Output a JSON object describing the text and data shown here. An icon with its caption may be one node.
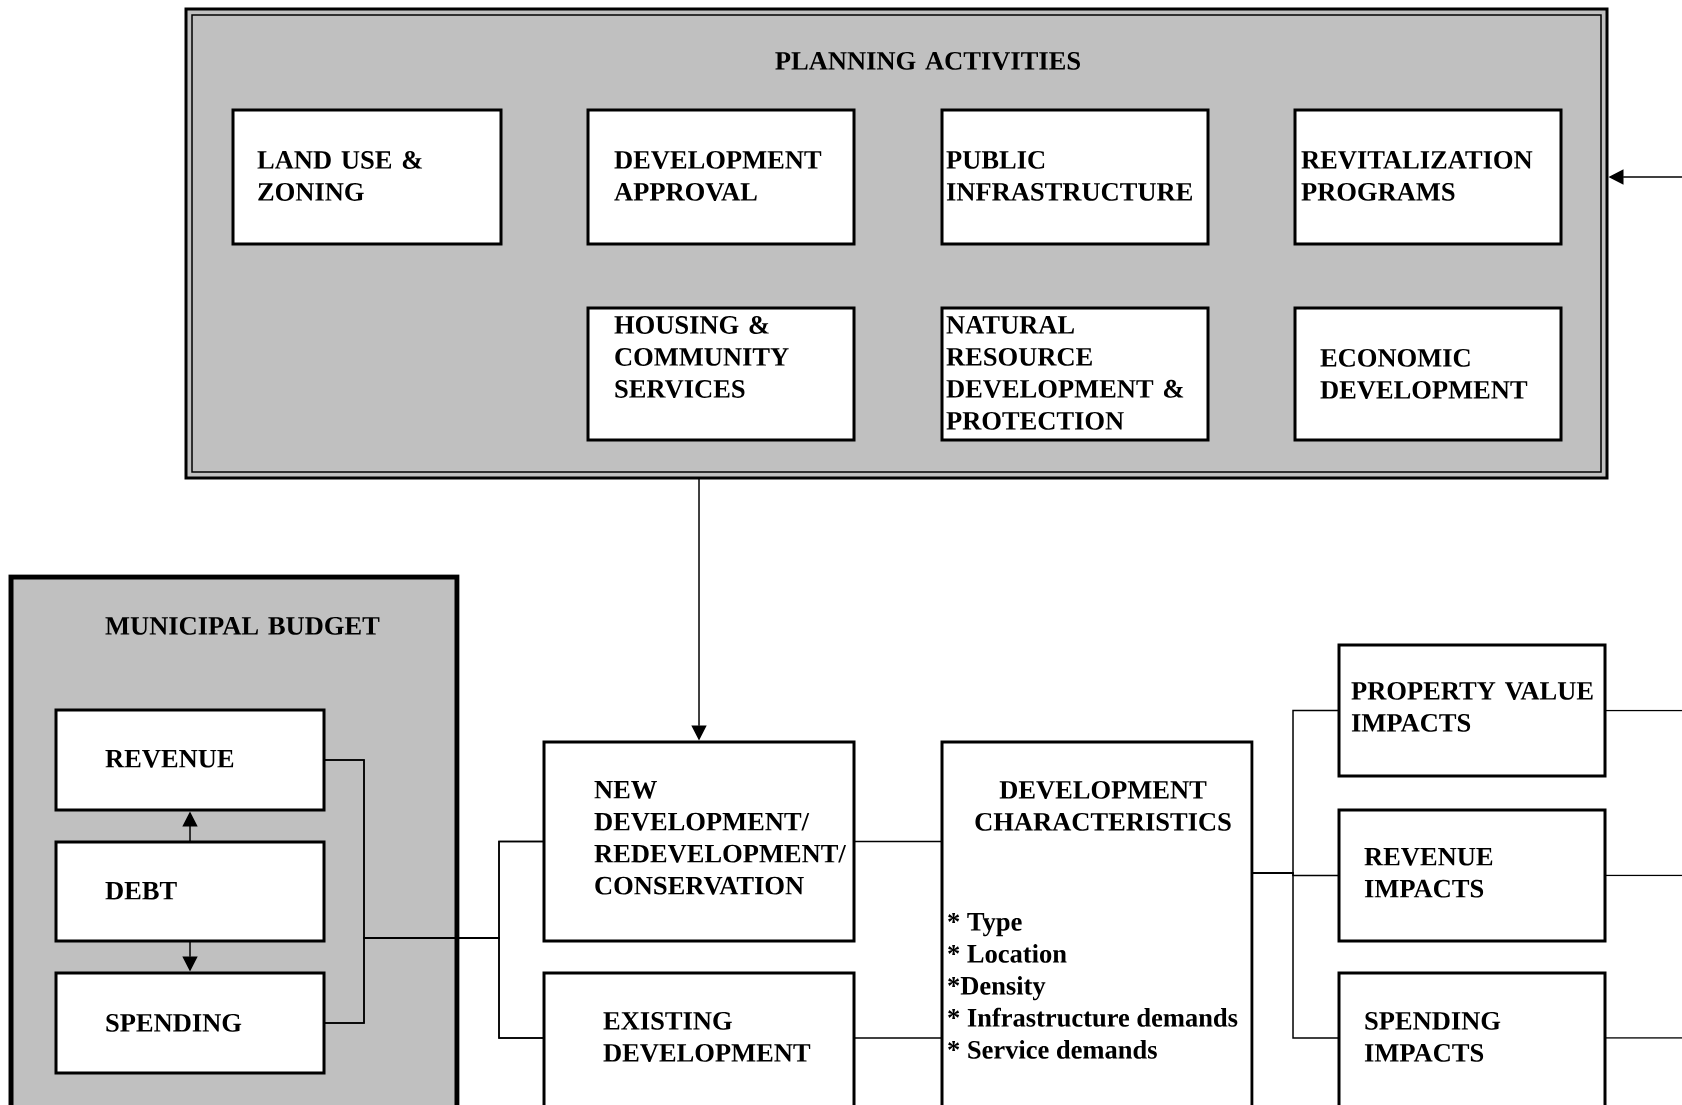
{
  "diagram": {
    "nodes": [
      {
        "text": [
          "PLANNING ACTIVITIES"
        ]
      },
      {
        "text": [
          "LAND USE & ZONING"
        ],
        "in": 0
      },
      {
        "text": [
          "DEVELOPMENT APPROVAL"
        ],
        "in": 0
      },
      {
        "text": [
          "PUBLIC INFRASTRUCTURE"
        ],
        "in": 0
      },
      {
        "text": [
          "REVITALIZATION PROGRAMS"
        ],
        "in": 0
      },
      {
        "text": [
          "HOUSING & COMMUNITY SERVICES"
        ],
        "in": 0
      },
      {
        "text": [
          "NATURAL RESOURCE DEVELOPMENT & PROTECTION"
        ],
        "in": 0
      },
      {
        "text": [
          "ECONOMIC DEVELOPMENT"
        ],
        "in": 0
      },
      {
        "text": [
          "MUNICIPAL BUDGET"
        ]
      },
      {
        "text": [
          "REVENUE"
        ],
        "in": 8
      },
      {
        "text": [
          "DEBT"
        ],
        "in": 8
      },
      {
        "text": [
          "SPENDING"
        ],
        "in": 8
      },
      {
        "text": [
          "NEW DEVELOPMENT/ REDEVELOPMENT/ CONSERVATION"
        ]
      },
      {
        "text": [
          "EXISTING DEVELOPMENT"
        ]
      },
      {
        "text": [
          "DEVELOPMENT CHARACTERISTICS",
          "* Type",
          "* Location",
          "*Density",
          "* Infrastructure demands",
          "* Service demands"
        ]
      },
      {
        "text": [
          "PROPERTY VALUE IMPACTS"
        ]
      },
      {
        "text": [
          "REVENUE IMPACTS"
        ]
      },
      {
        "text": [
          "SPENDING IMPACTS"
        ]
      }
    ],
    "edges": [
      {
        "from": null,
        "to": 0,
        "arrow": "to"
      },
      {
        "from": 0,
        "to": 12,
        "arrow": "to"
      },
      {
        "from": 10,
        "to": 9,
        "arrow": "to"
      },
      {
        "from": 10,
        "to": 11,
        "arrow": "to"
      },
      {
        "from": 9,
        "to": 12,
        "arrow": "none"
      },
      {
        "from": 9,
        "to": 13,
        "arrow": "none"
      },
      {
        "from": 11,
        "to": 12,
        "arrow": "none"
      },
      {
        "from": 11,
        "to": 13,
        "arrow": "none"
      },
      {
        "from": 12,
        "to": 14,
        "arrow": "none"
      },
      {
        "from": 13,
        "to": 14,
        "arrow": "none"
      },
      {
        "from": 14,
        "to": 15,
        "arrow": "none"
      },
      {
        "from": 14,
        "to": 16,
        "arrow": "none"
      },
      {
        "from": 14,
        "to": 17,
        "arrow": "none"
      },
      {
        "from": 15,
        "to": null,
        "arrow": "none"
      },
      {
        "from": 16,
        "to": null,
        "arrow": "none"
      },
      {
        "from": 17,
        "to": null,
        "arrow": "none"
      }
    ]
  }
}
